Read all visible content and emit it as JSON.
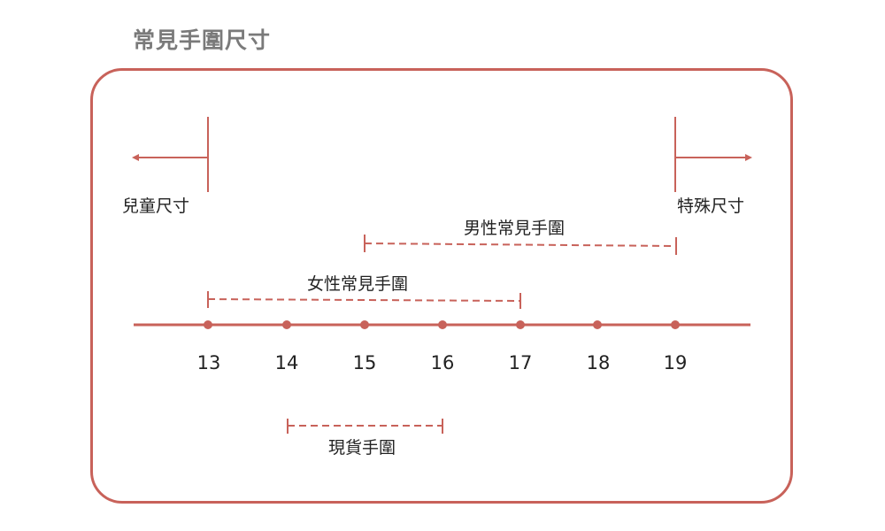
{
  "title": "常見手圍尺寸",
  "colors": {
    "accent": "#c8625a",
    "title": "#7a7a7a",
    "text": "#222222"
  },
  "axis": {
    "ticks": [
      "13",
      "14",
      "15",
      "16",
      "17",
      "18",
      "19"
    ]
  },
  "labels": {
    "children": "兒童尺寸",
    "special": "特殊尺寸",
    "male": "男性常見手圍",
    "female": "女性常見手圍",
    "stock": "現貨手圍"
  },
  "ranges": {
    "children": {
      "to": 13,
      "direction": "left"
    },
    "special": {
      "from": 19,
      "direction": "right"
    },
    "male": {
      "from": 15,
      "to": 19
    },
    "female": {
      "from": 13,
      "to": 17
    },
    "stock": {
      "from": 14,
      "to": 16
    }
  }
}
